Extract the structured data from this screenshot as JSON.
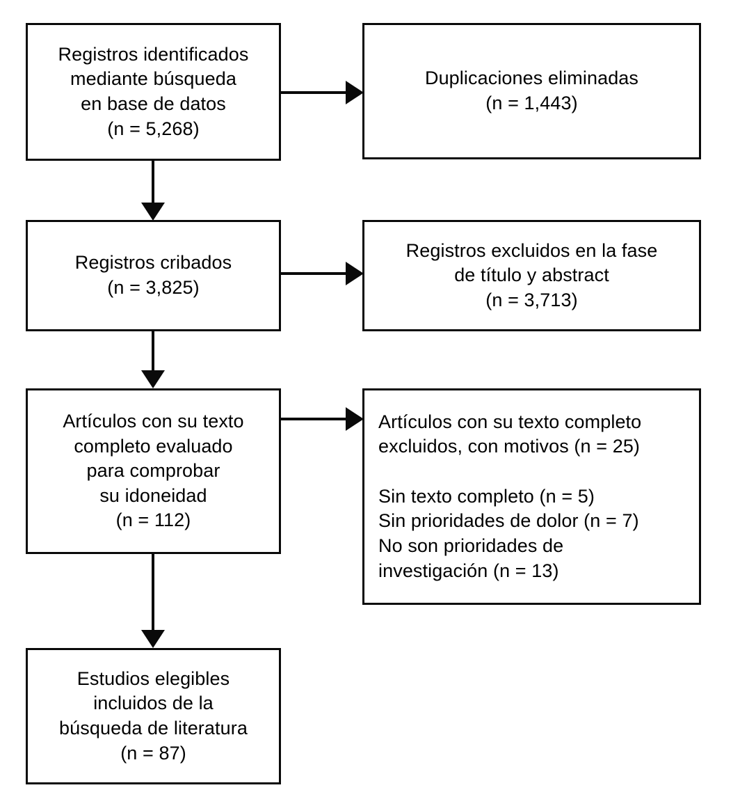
{
  "diagram": {
    "type": "prisma-flow-diagram",
    "language": "es",
    "background_color": "#ffffff",
    "line_color": "#0a0a0a",
    "text_color": "#000000"
  },
  "nodes": {
    "identified": {
      "id": "records-identified",
      "text": "Registros identificados\nmediante búsqueda\nen base de datos\n(n = 5,268)",
      "count": "5,268",
      "align": "center"
    },
    "duplicates": {
      "id": "duplicates-removed",
      "text": "Duplicaciones eliminadas\n(n = 1,443)",
      "count": "1,443",
      "align": "center"
    },
    "screened": {
      "id": "records-screened",
      "text": "Registros cribados\n(n = 3,825)",
      "count": "3,825",
      "align": "center"
    },
    "excluded_title_abstract": {
      "id": "records-excluded-title-abstract",
      "text": "Registros excluidos en la fase\nde título y abstract\n(n = 3,713)",
      "count": "3,713",
      "align": "center"
    },
    "fulltext_assessed": {
      "id": "fulltext-assessed",
      "text": "Artículos con su texto\ncompleto evaluado\npara comprobar\nsu idoneidad\n(n = 112)",
      "count": "112",
      "align": "center"
    },
    "fulltext_excluded": {
      "id": "fulltext-excluded-with-reasons",
      "text": "Artículos con su texto completo\nexcluidos, con motivos (n = 25)\n\nSin texto completo (n = 5)\nSin prioridades de dolor (n = 7)\nNo son prioridades de\ninvestigación (n = 13)",
      "count": "25",
      "align": "left",
      "reasons": [
        {
          "label": "Sin texto completo",
          "count": "5"
        },
        {
          "label": "Sin prioridades de dolor",
          "count": "7"
        },
        {
          "label": "No son prioridades de investigación",
          "count": "13"
        }
      ]
    },
    "included": {
      "id": "studies-included",
      "text": "Estudios elegibles\nincluidos de la\nbúsqueda de literatura\n(n = 87)",
      "count": "87",
      "align": "center"
    }
  },
  "connectors": [
    {
      "id": "identified-to-screened",
      "from": "identified",
      "to": "screened",
      "direction": "down"
    },
    {
      "id": "identified-to-duplicates",
      "from": "identified",
      "to": "duplicates",
      "direction": "right"
    },
    {
      "id": "screened-to-fulltext",
      "from": "screened",
      "to": "fulltext_assessed",
      "direction": "down"
    },
    {
      "id": "screened-to-excluded",
      "from": "screened",
      "to": "excluded_title_abstract",
      "direction": "right"
    },
    {
      "id": "fulltext-to-included",
      "from": "fulltext_assessed",
      "to": "included",
      "direction": "down"
    },
    {
      "id": "fulltext-to-excluded",
      "from": "fulltext_assessed",
      "to": "fulltext_excluded",
      "direction": "right"
    }
  ]
}
